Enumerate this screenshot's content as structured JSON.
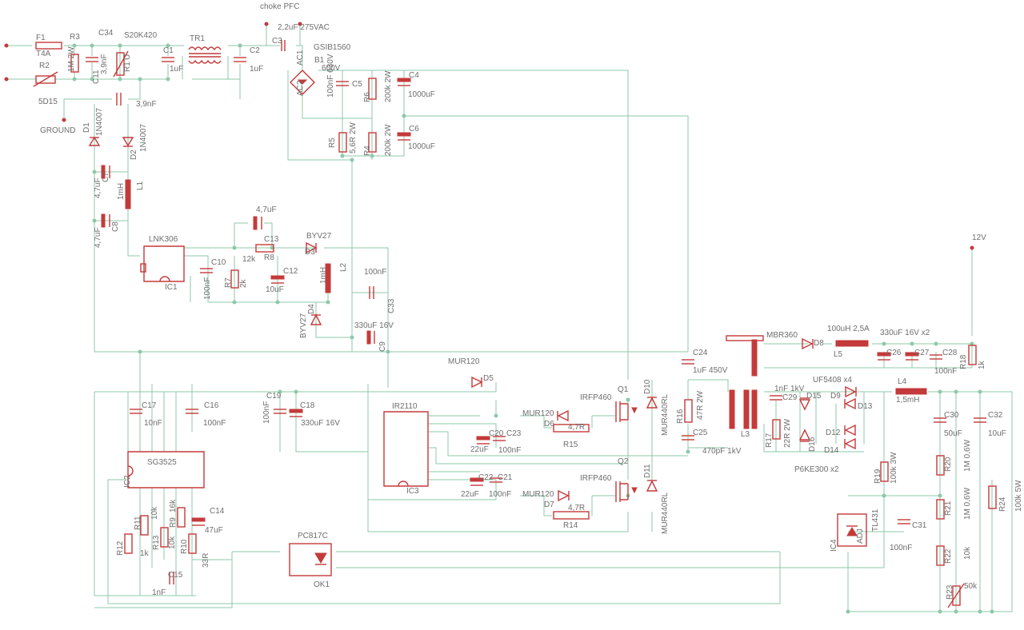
{
  "labels": {
    "choke": "choke PFC",
    "cap_x": "2,2uF 275VAC",
    "fuse_ref": "F1",
    "fuse_val": "T4A",
    "r3": "R3",
    "r3_val": "1M 2W",
    "c34": "C34",
    "c34_val": "3,9nF",
    "c11": "C11",
    "varistor": "S20K420",
    "r1": "R1",
    "u": "U",
    "c1": "C1",
    "c1_val": "1uF",
    "tr1": "TR1",
    "c2": "C2",
    "c2_val": "1uF",
    "c3": "C3",
    "bridge": "GSIB1560",
    "b1": "B1",
    "b1_val": "600V",
    "ac1": "AC1",
    "ac2": "AC2",
    "r2": "R2",
    "r2_val": "5D15",
    "c_39": "3,9nF",
    "ground": "GROUND",
    "d1": "D1",
    "d1_val": "1N4007",
    "d2": "D2",
    "d2_val": "1N4007",
    "c5": "C5",
    "c5_val": "100nF 630V",
    "r6": "R6",
    "r6_val": "200k 2W",
    "c4": "C4",
    "c4_val": "1000uF",
    "r5": "R5",
    "r5_val": "5,6R 2W",
    "r4": "R4",
    "r4_val": "200k 2W",
    "c6": "C6",
    "c6_val": "1000uF",
    "c7": "C7",
    "c7_val": "4,7uF",
    "l1": "L1",
    "l1_val": "1mH",
    "c8": "C8",
    "c8_val": "4,7uF",
    "cap47": "4,7uF",
    "lnk": "LNK306",
    "ic1": "IC1",
    "r8": "R8",
    "r8_val": "12k",
    "c13": "C13",
    "byv27a": "BYV27",
    "d3": "D3",
    "c10": "C10",
    "c10_val": "100nF",
    "r7": "R7",
    "r7_val": "2k",
    "c12": "C12",
    "c12_val": "10uF",
    "l2": "L2",
    "l2_val": "1mH",
    "c33": "C33",
    "c33_val": "100nF",
    "byv27b": "BYV27",
    "d4": "D4",
    "c9": "C9",
    "c9_val": "330uF 16V",
    "mur120a": "MUR120",
    "d5": "D5",
    "q1": "Q1",
    "q2": "Q2",
    "d10": "D10",
    "d11": "D11",
    "mur440a": "MUR440RL",
    "mur440b": "MUR440RL",
    "irfp1": "IRFP460",
    "irfp2": "IRFP460",
    "mur120b": "MUR120",
    "d6": "D6",
    "mur120c": "MUR120",
    "d7": "D7",
    "r15": "R15",
    "r15_val": "4,7R",
    "r14": "R14",
    "r14_val": "4,7R",
    "ir2110": "IR2110",
    "ic3": "IC3",
    "c20": "C20",
    "c20_val": "22uF",
    "c23": "C23",
    "c23_val": "100nF",
    "c22": "C22",
    "c22_val": "22uF",
    "c21": "C21",
    "c21_val": "100nF",
    "c17": "C17",
    "c17_val": "10nF",
    "c16": "C16",
    "c16_val": "100nF",
    "c19": "C19",
    "c19_val": "100nF",
    "c18": "C18",
    "c18_val": "330uF 16V",
    "sg3525": "SG3525",
    "ic2": "IC2",
    "r12": "R12",
    "r12_val": "1k",
    "r11": "R11",
    "r13": "R13",
    "r13_val": "10k",
    "r9": "R9",
    "r9_val": "16k",
    "r10": "R10",
    "r10_val": "10k",
    "c14": "C14",
    "c14_val": "47uF",
    "r33": "33R",
    "c15": "C15",
    "c15_val": "1nF",
    "pc817": "PC817C",
    "ok1": "OK1",
    "c24": "C24",
    "c24_val": "1uF 450V",
    "r16": "R16",
    "r16_val": "47R 2W",
    "c25": "C25",
    "c25_val": "470pF 1kV",
    "l3": "L3",
    "mbr360": "MBR360",
    "d8": "D8",
    "l5": "L5",
    "l5_val": "100uH 2,5A",
    "c26": "C26",
    "c27": "C27",
    "c26_27_val": "330uF 16V x2",
    "c28": "C28",
    "c28_val": "100nF",
    "r18": "R18",
    "r18_val": "1k",
    "v12": "12V",
    "uf5408": "UF5408 x4",
    "l4": "L4",
    "l4_val": "1,5mH",
    "c29": "C29",
    "c29_val": "1nF 1kV",
    "d15": "D15",
    "d16": "D16",
    "r17": "R17",
    "r17_val": "22R 2W",
    "p6ke": "P6KE300 x2",
    "d9": "D9",
    "d13": "D13",
    "d12": "D12",
    "d14": "D14",
    "c30": "C30",
    "c30_val": "50uF",
    "c32": "C32",
    "c32_val": "10uF",
    "r19": "R19",
    "r19_val": "100k 3W",
    "r20": "R20",
    "r20_val": "1M 0,6W",
    "r21": "R21",
    "r21_val": "1M 0,6W",
    "r22": "R22",
    "r22_val": "10k",
    "r23": "R23",
    "r23_val": "50k",
    "r24": "R24",
    "r24_val": "100k 5W",
    "tl431": "TL431",
    "ic4": "IC4",
    "adj": "ADJ",
    "c31": "C31",
    "c31_val": "100nF"
  }
}
